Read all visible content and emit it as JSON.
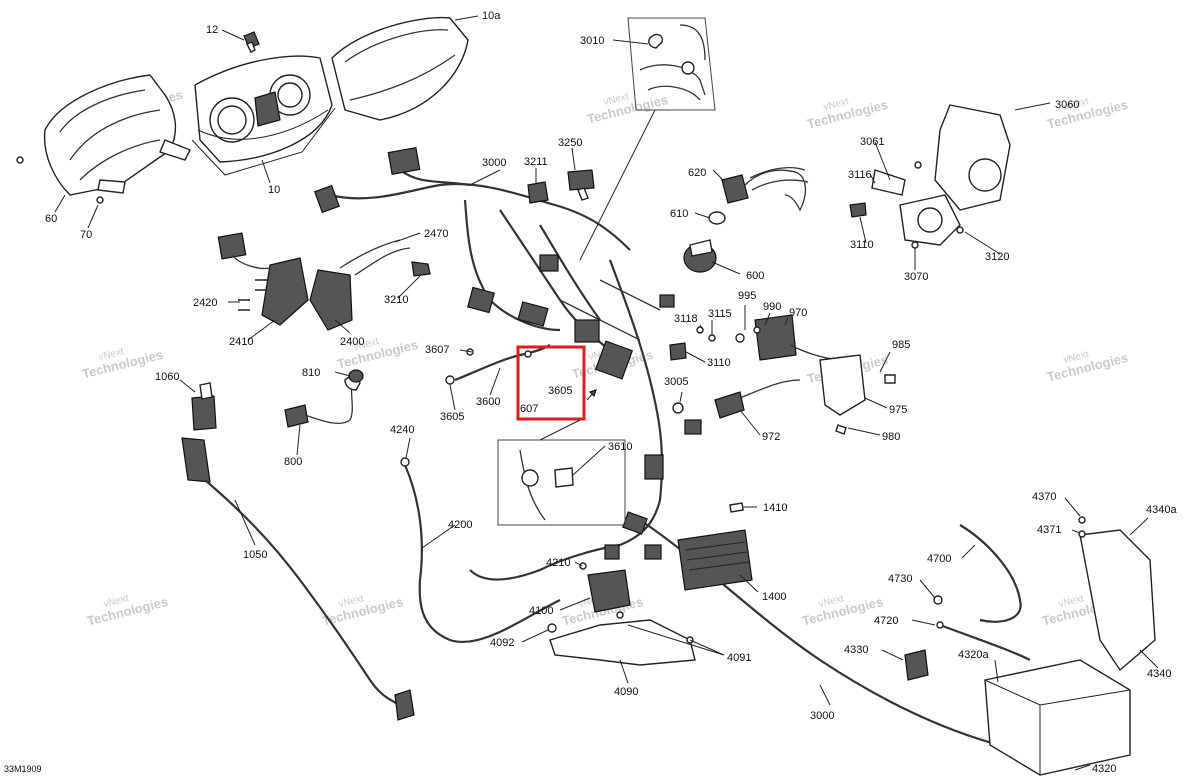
{
  "drawing_code": "33M1909",
  "watermark": {
    "line1": "vNext",
    "line2": "Technologies"
  },
  "highlight_color": "#e01c1c",
  "callouts": {
    "c12": "12",
    "c10a": "10a",
    "c10": "10",
    "c60": "60",
    "c70": "70",
    "c3010": "3010",
    "c3000_top": "3000",
    "c3211": "3211",
    "c3250": "3250",
    "c620": "620",
    "c610": "610",
    "c600": "600",
    "c3060": "3060",
    "c3061": "3061",
    "c3116": "3116",
    "c3110_r": "3110",
    "c3070": "3070",
    "c3120": "3120",
    "c2470": "2470",
    "c2420": "2420",
    "c2410": "2410",
    "c2400": "2400",
    "c3210": "3210",
    "c995": "995",
    "c990": "990",
    "c970": "970",
    "c3118": "3118",
    "c3115": "3115",
    "c3110": "3110",
    "c985": "985",
    "c975": "975",
    "c980": "980",
    "c972": "972",
    "c3005": "3005",
    "c3607_a": "3607",
    "c3605_a": "3605",
    "c3600": "3600",
    "c3605_b": "3605",
    "c3607_b": "607",
    "c1060": "1060",
    "c810": "810",
    "c800": "800",
    "c4240": "4240",
    "c3610": "3610",
    "c1050": "1050",
    "c4200": "4200",
    "c4210": "4210",
    "c1410": "1410",
    "c1400": "1400",
    "c4100": "4100",
    "c4092": "4092",
    "c4090": "4090",
    "c4091": "4091",
    "c4370": "4370",
    "c4371": "4371",
    "c4340a": "4340a",
    "c4700": "4700",
    "c4730": "4730",
    "c4720": "4720",
    "c4330": "4330",
    "c4320a": "4320a",
    "c4340": "4340",
    "c3000_bottom": "3000",
    "c4320": "4320"
  }
}
